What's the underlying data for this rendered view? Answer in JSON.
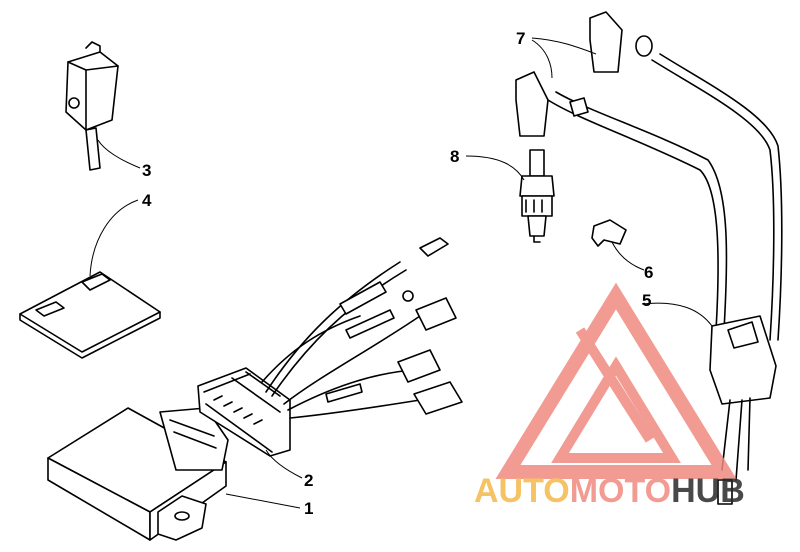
{
  "callouts": [
    {
      "id": "1",
      "label": "1"
    },
    {
      "id": "2",
      "label": "2"
    },
    {
      "id": "3",
      "label": "3"
    },
    {
      "id": "4",
      "label": "4"
    },
    {
      "id": "5",
      "label": "5"
    },
    {
      "id": "6",
      "label": "6"
    },
    {
      "id": "7",
      "label": "7"
    },
    {
      "id": "8",
      "label": "8"
    }
  ],
  "watermark": {
    "part1": "AUTO",
    "part2": "MOTO",
    "part3": "HUB",
    "colors": {
      "auto": "#f5b94a",
      "moto": "#f08a80",
      "hub": "#2a2a2a",
      "logo": "#f08a80"
    }
  }
}
